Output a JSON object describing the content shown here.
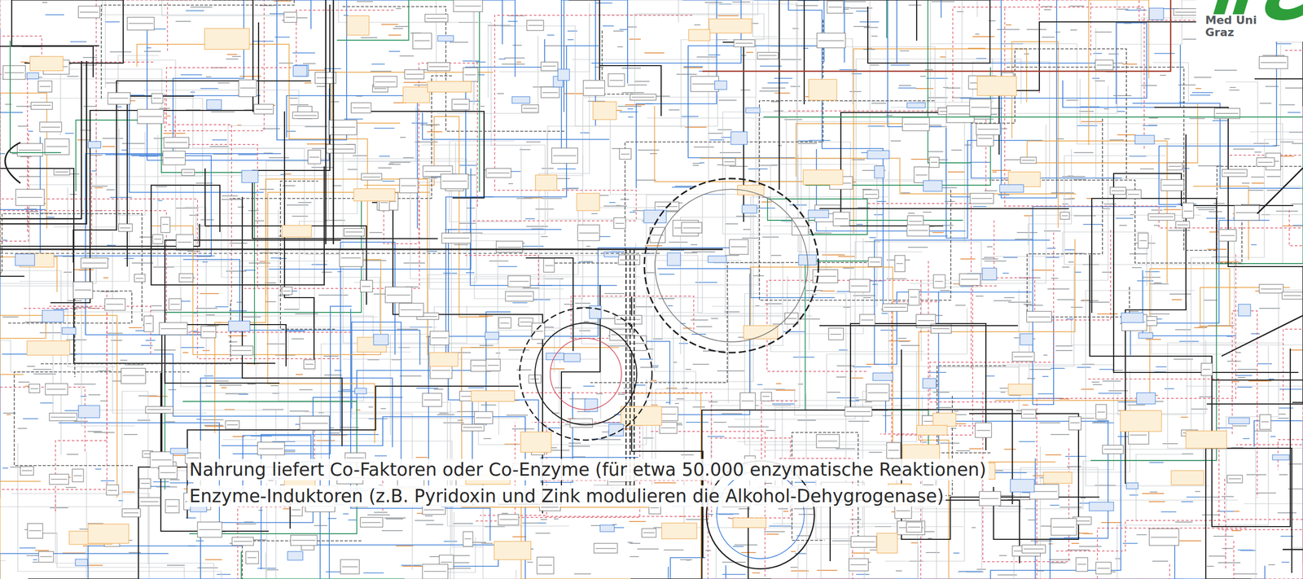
{
  "diagram": {
    "labels": [
      "Med Uni",
      "Graz",
      "Nahrung liefert Co-Faktoren oder Co-Enzyme (für etwa 50.000 enzymatische Reaktionen)",
      "Enzyme-Induktoren  (z.B. Pyridoxin und Zink modulieren die Alkohol-Dehygrogenase)"
    ]
  }
}
